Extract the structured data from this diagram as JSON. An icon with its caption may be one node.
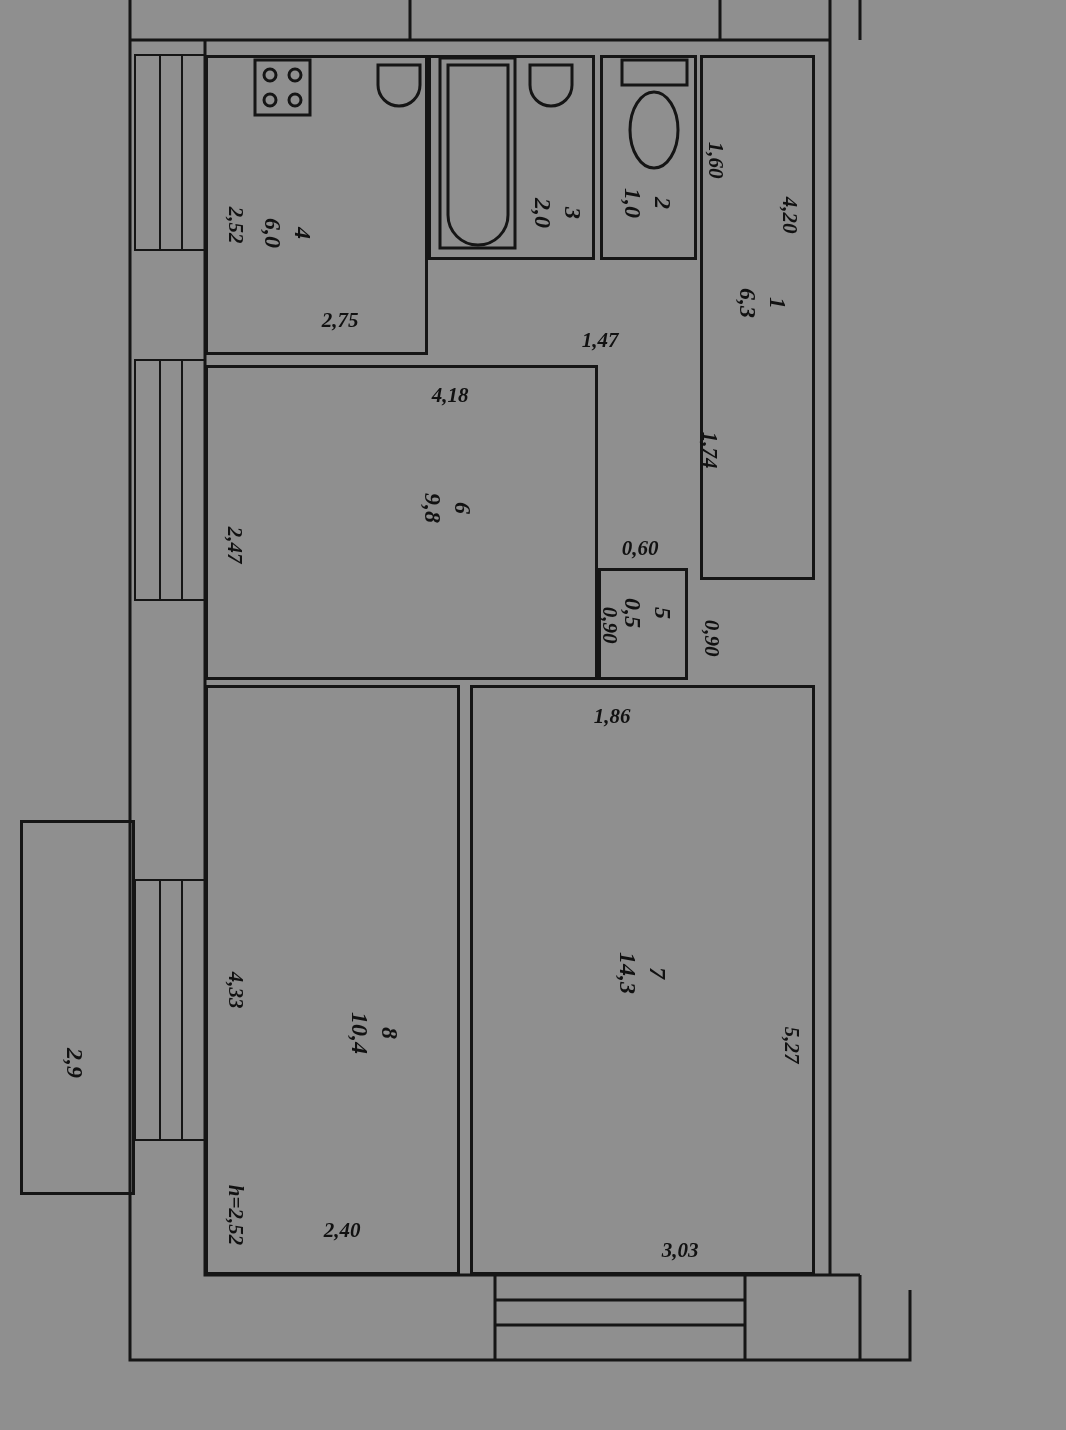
{
  "diagram": {
    "nodes": [
      {
        "text": [
          "1",
          "6,3"
        ]
      },
      {
        "text": [
          "2",
          "1,0"
        ]
      },
      {
        "text": [
          "3",
          "2,0"
        ]
      },
      {
        "text": [
          "4",
          "6,0"
        ]
      },
      {
        "text": [
          "5",
          "0,5"
        ]
      },
      {
        "text": [
          "6",
          "9,8"
        ]
      },
      {
        "text": [
          "7",
          "14,3"
        ]
      },
      {
        "text": [
          "8",
          "10,4"
        ]
      },
      {
        "text": [
          "2,9"
        ]
      }
    ],
    "labels": [
      "1,60",
      "4,20",
      "2,52",
      "2,75",
      "1,47",
      "4,18",
      "1,74",
      "2,47",
      "0,60",
      "0,90",
      "0,90",
      "1,86",
      "5,27",
      "4,33",
      "h=2,52",
      "2,40",
      "3,03"
    ]
  }
}
